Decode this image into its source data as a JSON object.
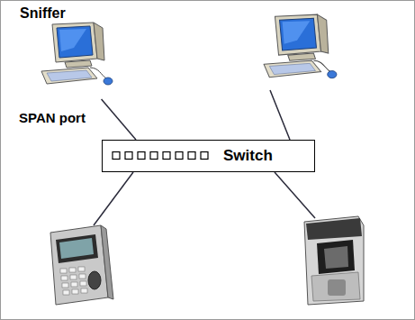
{
  "diagram": {
    "nodes": [
      {
        "text": [
          "Sniffer"
        ]
      },
      {
        "text": [
          "Switch"
        ]
      }
    ],
    "edges": [
      {
        "from": 0,
        "to": 1,
        "arrow": "none",
        "label": "SPAN port"
      }
    ]
  }
}
